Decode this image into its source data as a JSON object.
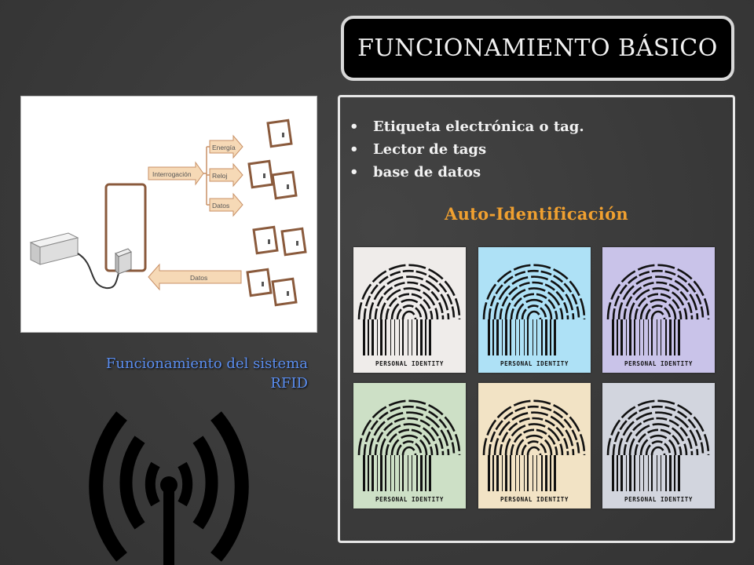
{
  "title": "FUNCIONAMIENTO BÁSICO",
  "bullets": [
    "Etiqueta electrónica o tag.",
    "Lector de tags",
    "base de datos"
  ],
  "subheading": "Auto-Identificación",
  "fingerprint_caption": "PERSONAL IDENTITY",
  "fingerprint_tiles": [
    {
      "bg": "#efecea"
    },
    {
      "bg": "#aee1f6"
    },
    {
      "bg": "#c9c3e9"
    },
    {
      "bg": "#cde0c6"
    },
    {
      "bg": "#f2e3c5"
    },
    {
      "bg": "#d2d5de"
    }
  ],
  "diagram": {
    "interrogation_label": "Interrogación",
    "branch_labels": [
      "Energía",
      "Reloj",
      "Datos"
    ],
    "return_label": "Datos"
  },
  "diagram_caption": "Funcionamiento del sistema RFID",
  "colors": {
    "background": "#3b3b3b",
    "title_box": "#000000",
    "accent_orange": "#f0a030",
    "caption_blue": "#5b8ef0",
    "arrow_fill": "#f6d9b6",
    "arrow_stroke": "#c89066",
    "tag_frame": "#8a5a3c"
  }
}
